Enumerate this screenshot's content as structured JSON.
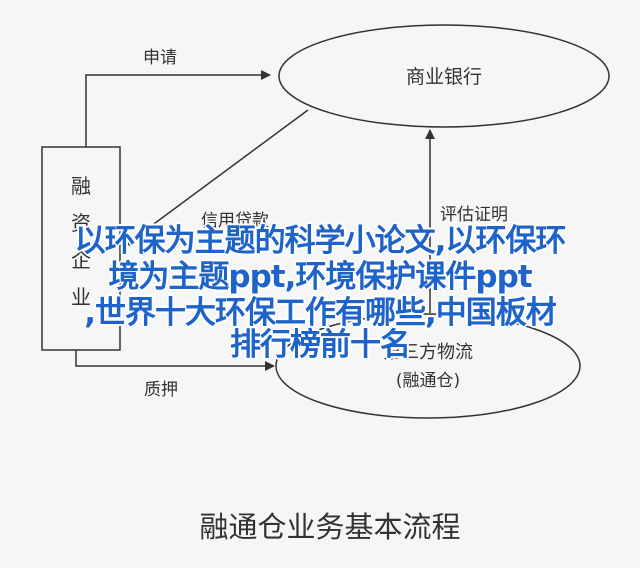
{
  "diagram": {
    "title": "融通仓业务基本流程",
    "nodes": {
      "enterprise": "融资企业",
      "bank": "商业银行",
      "logistics_line1": "第三方物流",
      "logistics_line2": "(融通仓)"
    },
    "edges": {
      "apply": "申请",
      "loan": "信用贷款",
      "evaluate": "评估证明",
      "pledge": "质押"
    }
  },
  "overlay": {
    "line1": "以环保为主题的科学小论文,以环保环",
    "line2": "境为主题ppt,环境保护课件ppt",
    "line3": ",世界十大环保工作有哪些,中国板材",
    "line4": "排行榜前十名"
  },
  "colors": {
    "overlay_text": "#1e63c9",
    "diagram_stroke": "#333333",
    "background": "#f6f6f6"
  }
}
